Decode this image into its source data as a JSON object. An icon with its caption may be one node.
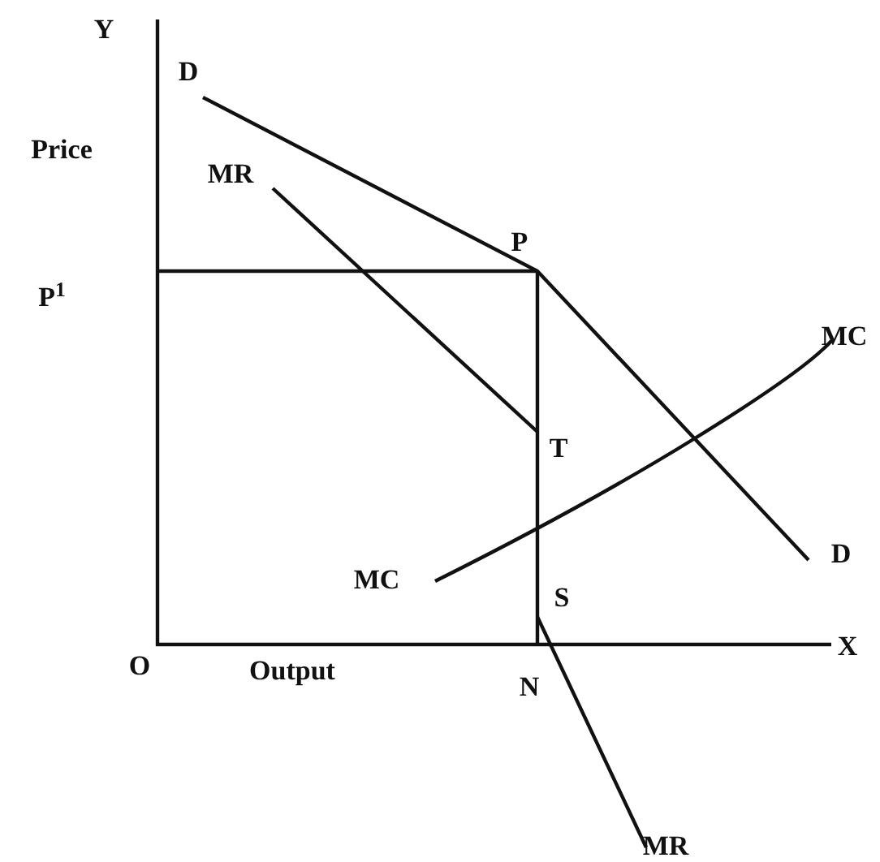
{
  "diagram": {
    "labels": [
      "Y",
      "D",
      "Price",
      "MR",
      "P",
      "P$^{1}$",
      "MC",
      "T",
      "MC",
      "D",
      "S",
      "O",
      "Output",
      "N",
      "X",
      "MR"
    ]
  }
}
